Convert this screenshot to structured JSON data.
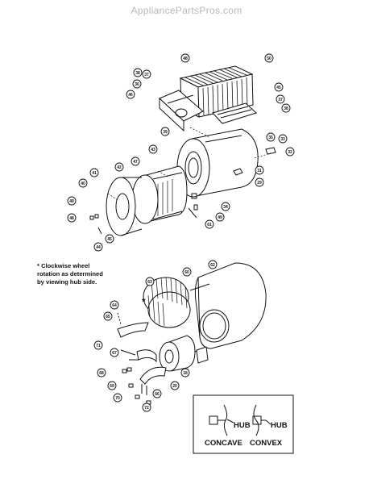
{
  "header": {
    "watermark": "AppliancePartsPros.com"
  },
  "note": {
    "line1": "* Clockwise wheel",
    "line2": "rotation as determined",
    "line3": "by viewing hub side."
  },
  "asterisk": "*",
  "detail_box": {
    "hub_left": "HUB",
    "hub_right": "HUB",
    "concave": "CONCAVE",
    "convex": "CONVEX"
  },
  "callouts": [
    {
      "id": "c-1",
      "label": "48"
    },
    {
      "id": "c-2",
      "label": "38"
    },
    {
      "id": "c-3",
      "label": "37"
    },
    {
      "id": "c-4",
      "label": "36"
    },
    {
      "id": "c-5",
      "label": "46"
    },
    {
      "id": "c-6",
      "label": "45"
    },
    {
      "id": "c-7",
      "label": "37"
    },
    {
      "id": "c-8",
      "label": "38"
    },
    {
      "id": "c-9",
      "label": "39"
    },
    {
      "id": "c-10",
      "label": "35"
    },
    {
      "id": "c-11",
      "label": "33"
    },
    {
      "id": "c-12",
      "label": "32"
    },
    {
      "id": "c-13",
      "label": "43"
    },
    {
      "id": "c-14",
      "label": "42"
    },
    {
      "id": "c-15",
      "label": "47"
    },
    {
      "id": "c-16",
      "label": "41"
    },
    {
      "id": "c-17",
      "label": "40"
    },
    {
      "id": "c-18",
      "label": "49"
    },
    {
      "id": "c-19",
      "label": "48"
    },
    {
      "id": "c-20",
      "label": "45"
    },
    {
      "id": "c-21",
      "label": "44"
    },
    {
      "id": "c-22",
      "label": "50"
    },
    {
      "id": "c-23",
      "label": "29"
    },
    {
      "id": "c-24",
      "label": "31"
    },
    {
      "id": "c-25",
      "label": "34"
    },
    {
      "id": "c-26",
      "label": "49"
    },
    {
      "id": "c-27",
      "label": "61"
    },
    {
      "id": "c-28",
      "label": "60"
    },
    {
      "id": "c-29",
      "label": "62"
    },
    {
      "id": "c-30",
      "label": "63"
    },
    {
      "id": "c-31",
      "label": "64"
    },
    {
      "id": "c-32",
      "label": "65"
    },
    {
      "id": "c-33",
      "label": "71"
    },
    {
      "id": "c-34",
      "label": "67"
    },
    {
      "id": "c-35",
      "label": "68"
    },
    {
      "id": "c-36",
      "label": "69"
    },
    {
      "id": "c-37",
      "label": "70"
    },
    {
      "id": "c-38",
      "label": "72"
    },
    {
      "id": "c-39",
      "label": "66"
    },
    {
      "id": "c-40",
      "label": "20"
    },
    {
      "id": "c-41",
      "label": "18"
    }
  ]
}
